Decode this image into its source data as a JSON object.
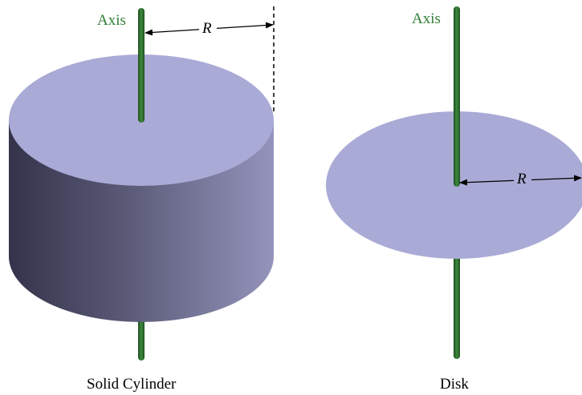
{
  "colors": {
    "axis": "#2f6b2f",
    "axis_label": "#2e7d32",
    "face": "#aaaad6",
    "side_dark": "#34344a",
    "side_light": "#8e8eb6"
  },
  "cylinder": {
    "axis_label": "Axis",
    "radius_label": "R",
    "caption": "Solid Cylinder"
  },
  "disk": {
    "axis_label": "Axis",
    "radius_label": "R",
    "caption": "Disk"
  }
}
